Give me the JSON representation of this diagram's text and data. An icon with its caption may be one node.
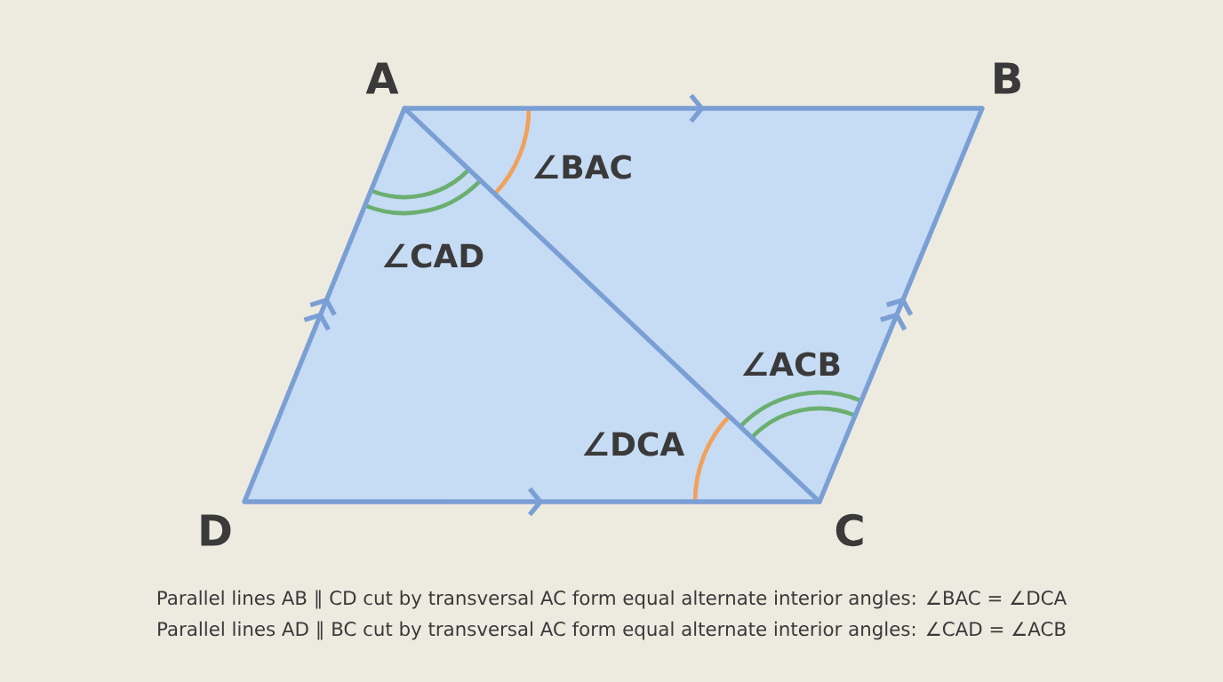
{
  "diagram": {
    "nodes": [
      {
        "text": [
          "A"
        ]
      },
      {
        "text": [
          "B"
        ]
      },
      {
        "text": [
          "C"
        ]
      },
      {
        "text": [
          "D"
        ]
      }
    ],
    "edges": [
      {
        "from": 0,
        "to": 1,
        "arrow": "to"
      },
      {
        "from": 3,
        "to": 2,
        "arrow": "to"
      },
      {
        "from": 3,
        "to": 0,
        "arrow": "to"
      },
      {
        "from": 2,
        "to": 1,
        "arrow": "to"
      },
      {
        "from": 0,
        "to": 2,
        "arrow": "none"
      }
    ],
    "labels": [
      "∠BAC",
      "∠CAD",
      "∠ACB",
      "∠DCA",
      "Parallel lines AB ∥ CD cut by transversal AC form equal alternate interior angles: ∠BAC = ∠DCA",
      "Parallel lines AD ∥ BC cut by transversal AC form equal alternate interior angles: ∠CAD = ∠ACB"
    ]
  }
}
